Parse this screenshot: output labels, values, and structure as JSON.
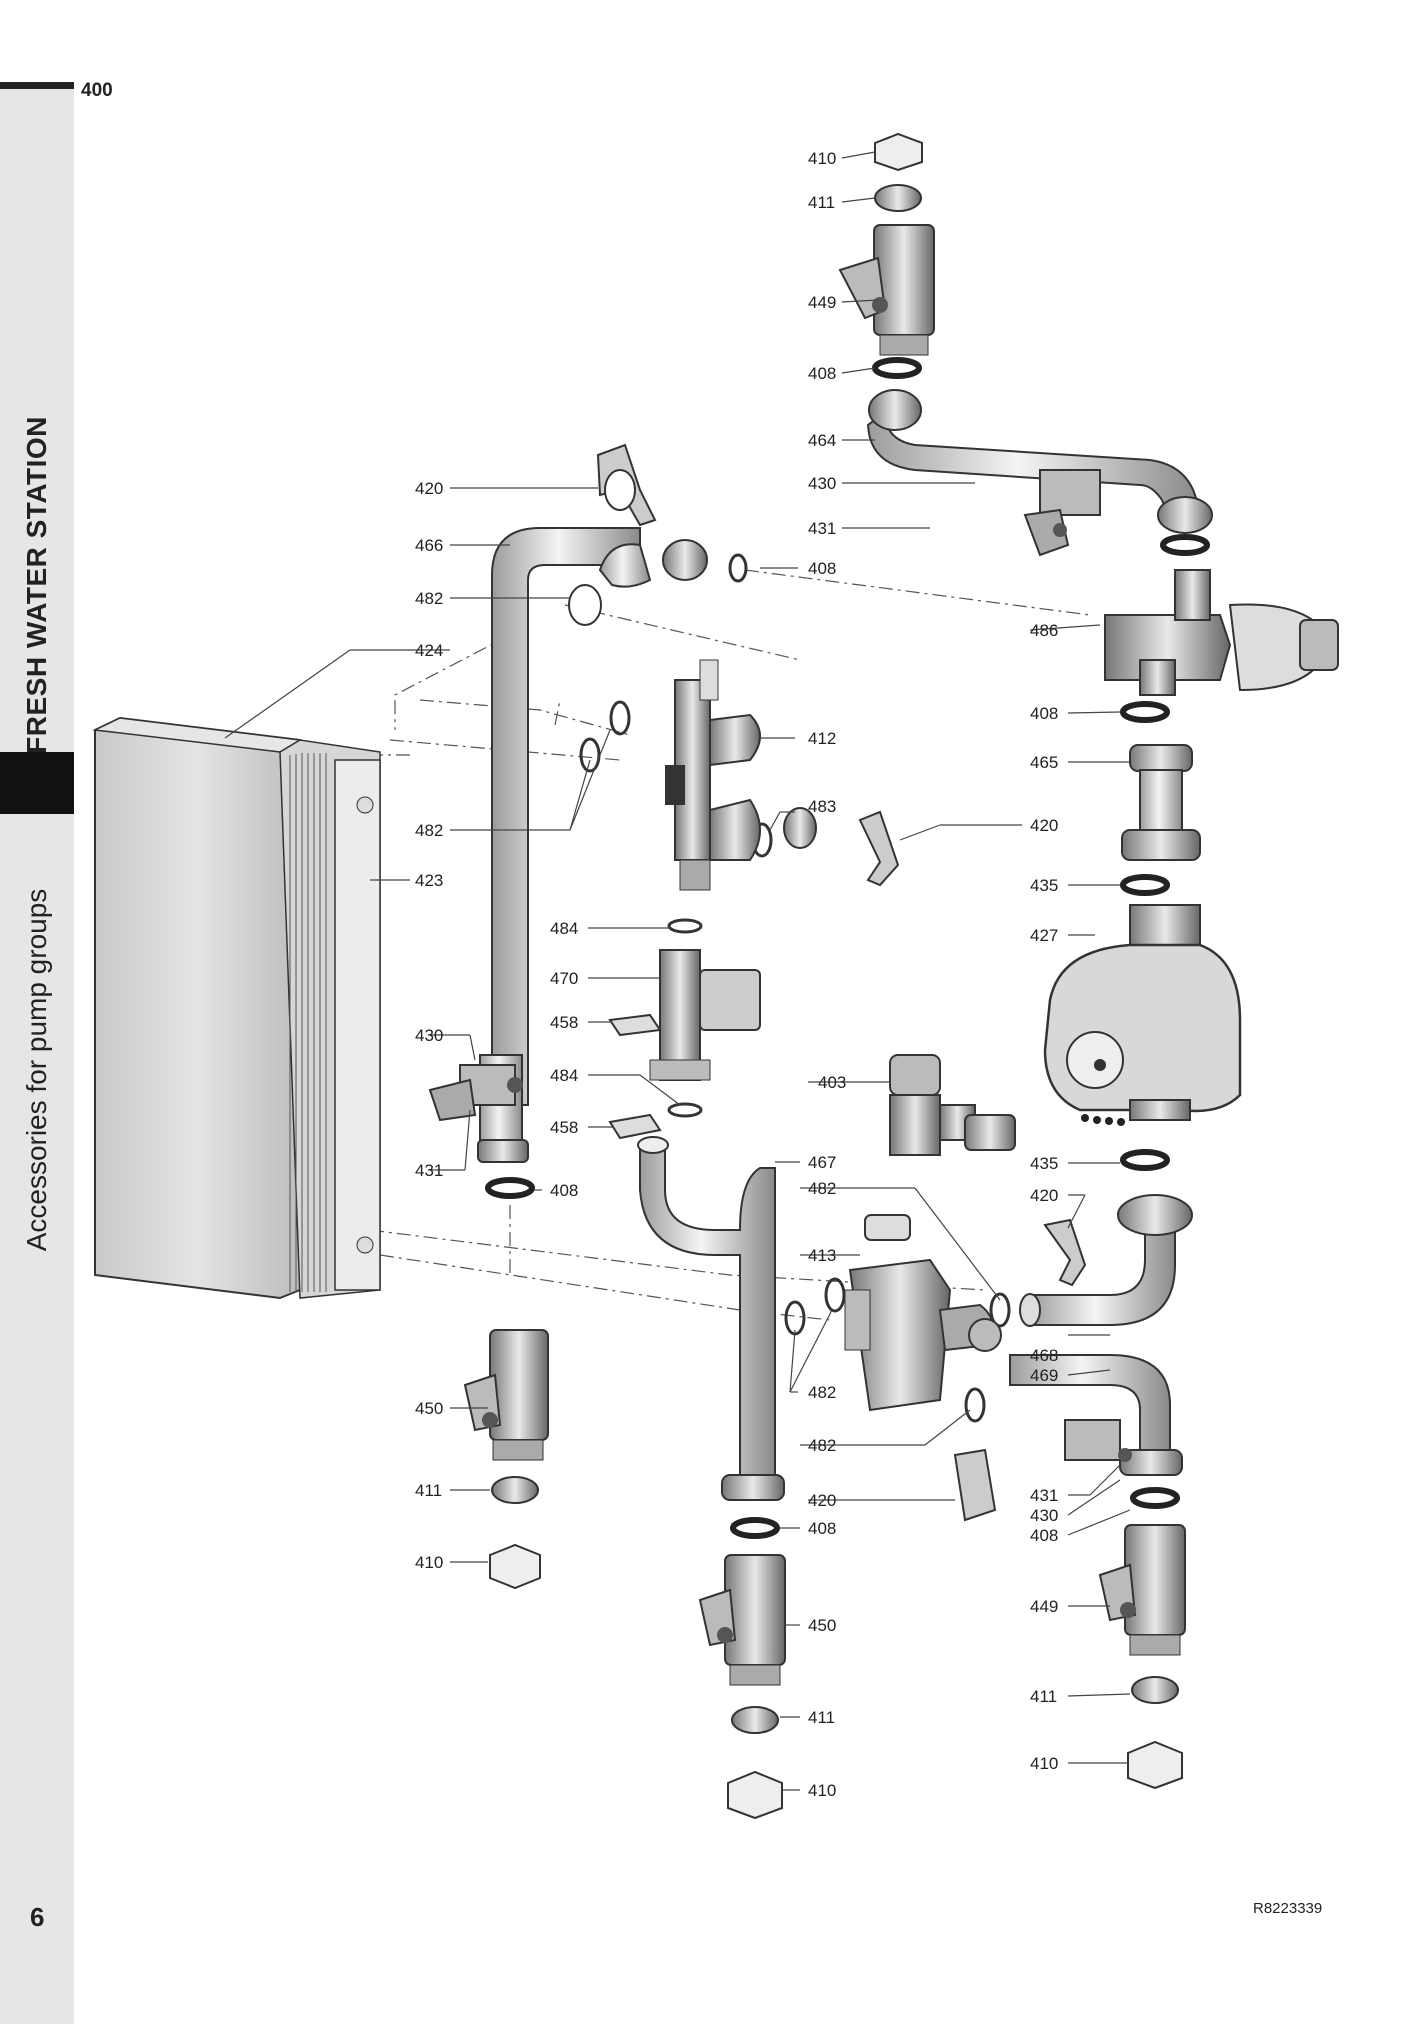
{
  "header": {
    "code": "400"
  },
  "sidebar": {
    "title": "FRESH WATER STATION",
    "subtitle": "Accessories for pump groups"
  },
  "footer": {
    "page_number": "6",
    "reference": "R8223339"
  },
  "callouts": [
    "410",
    "411",
    "449",
    "408",
    "464",
    "430",
    "431",
    "420",
    "466",
    "408",
    "482",
    "486",
    "424",
    "408",
    "412",
    "465",
    "483",
    "420",
    "482",
    "423",
    "435",
    "484",
    "427",
    "470",
    "458",
    "430",
    "484",
    "403",
    "458",
    "431",
    "408",
    "467",
    "435",
    "482",
    "420",
    "413",
    "468",
    "469",
    "482",
    "450",
    "482",
    "411",
    "431",
    "430",
    "420",
    "408",
    "410",
    "408",
    "449",
    "450",
    "411",
    "411",
    "410",
    "410"
  ]
}
